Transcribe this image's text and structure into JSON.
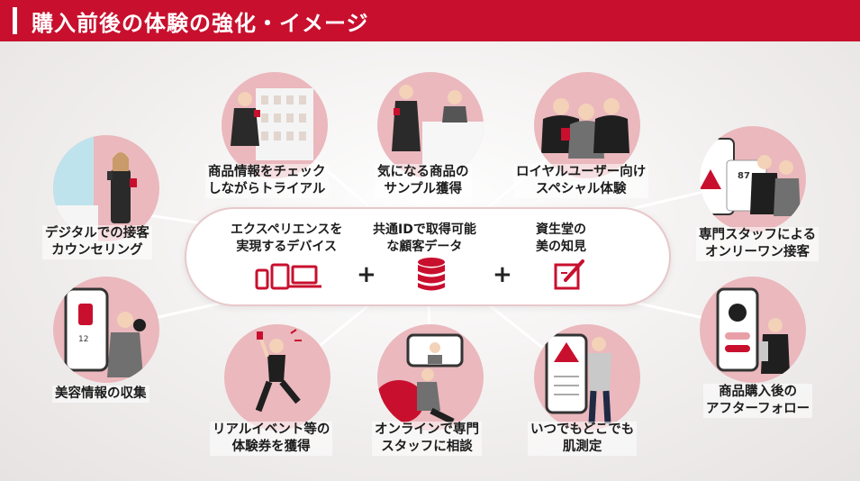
{
  "header": {
    "title": "購入前後の体験の強化・イメージ"
  },
  "center": {
    "items": [
      {
        "line1": "エクスペリエンスを",
        "line2": "実現するデバイス",
        "icon": "devices-icon"
      },
      {
        "line1": "共通IDで取得可能",
        "line2": "な顧客データ",
        "icon": "database-icon"
      },
      {
        "line1": "資生堂の",
        "line2": "美の知見",
        "icon": "notepad-pen-icon"
      }
    ],
    "plus": "+"
  },
  "experiences": [
    {
      "line1": "デジタルでの接客",
      "line2": "カウンセリング"
    },
    {
      "line1": "商品情報をチェック",
      "line2": "しながらトライアル"
    },
    {
      "line1": "気になる商品の",
      "line2": "サンプル獲得"
    },
    {
      "line1": "ロイヤルユーザー向け",
      "line2": "スペシャル体験"
    },
    {
      "line1": "専門スタッフによる",
      "line2": "オンリーワン接客"
    },
    {
      "line1": "美容情報の収集",
      "line2": ""
    },
    {
      "line1": "リアルイベント等の",
      "line2": "体験券を獲得"
    },
    {
      "line1": "オンラインで専門",
      "line2": "スタッフに相談"
    },
    {
      "line1": "いつでもどこでも",
      "line2": "肌測定"
    },
    {
      "line1": "商品購入後の",
      "line2": "アフターフォロー"
    }
  ],
  "phone_badge": "87",
  "like_count": "12",
  "colors": {
    "accent": "#c8102e",
    "circle": "#eab8bd",
    "dark": "#222222"
  }
}
